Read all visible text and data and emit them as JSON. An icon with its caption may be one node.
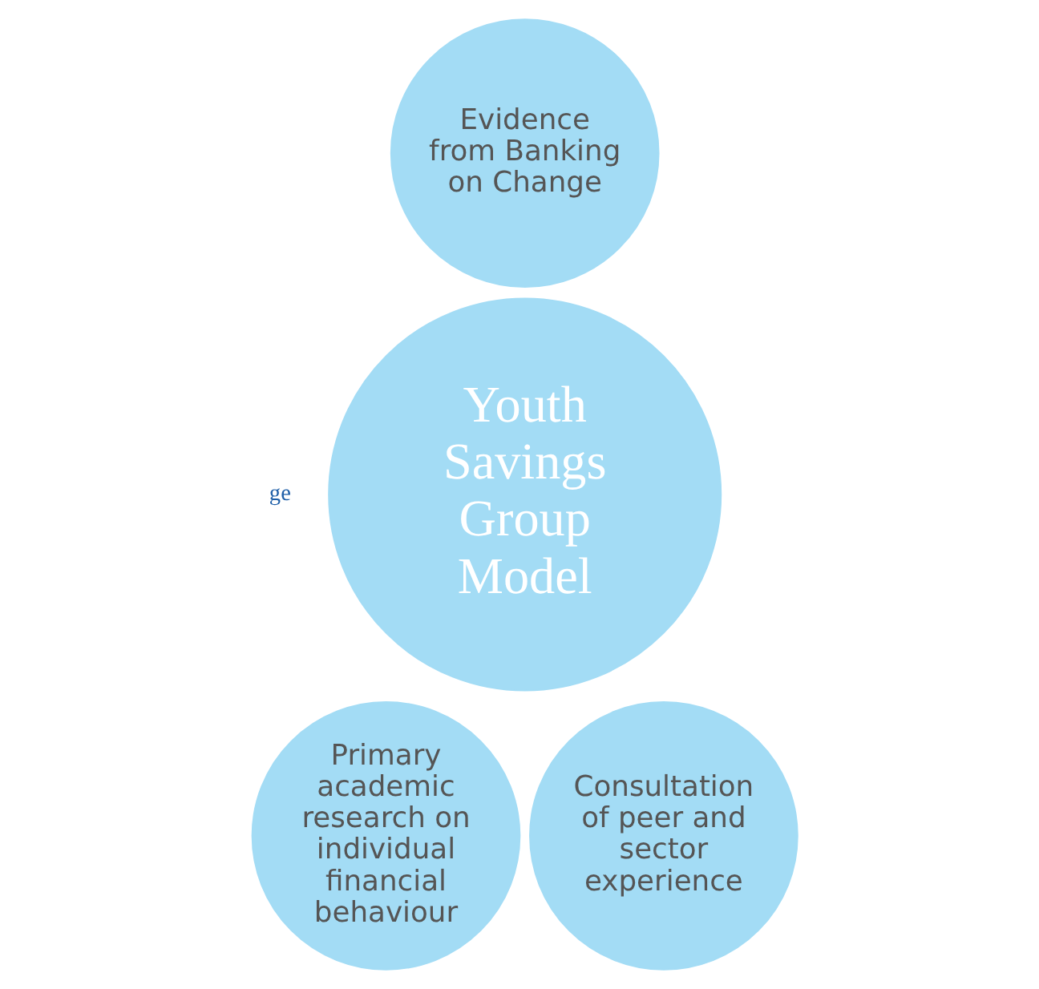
{
  "diagram": {
    "nodes": [
      {
        "text": [
          "Evidence from Banking on Change"
        ]
      },
      {
        "text": [
          "Youth Savings Group Model"
        ]
      },
      {
        "text": [
          "Primary academic research on individual financial behaviour"
        ]
      },
      {
        "text": [
          "Consultation of peer and sector experience"
        ]
      }
    ],
    "labels": [
      "ge"
    ]
  }
}
